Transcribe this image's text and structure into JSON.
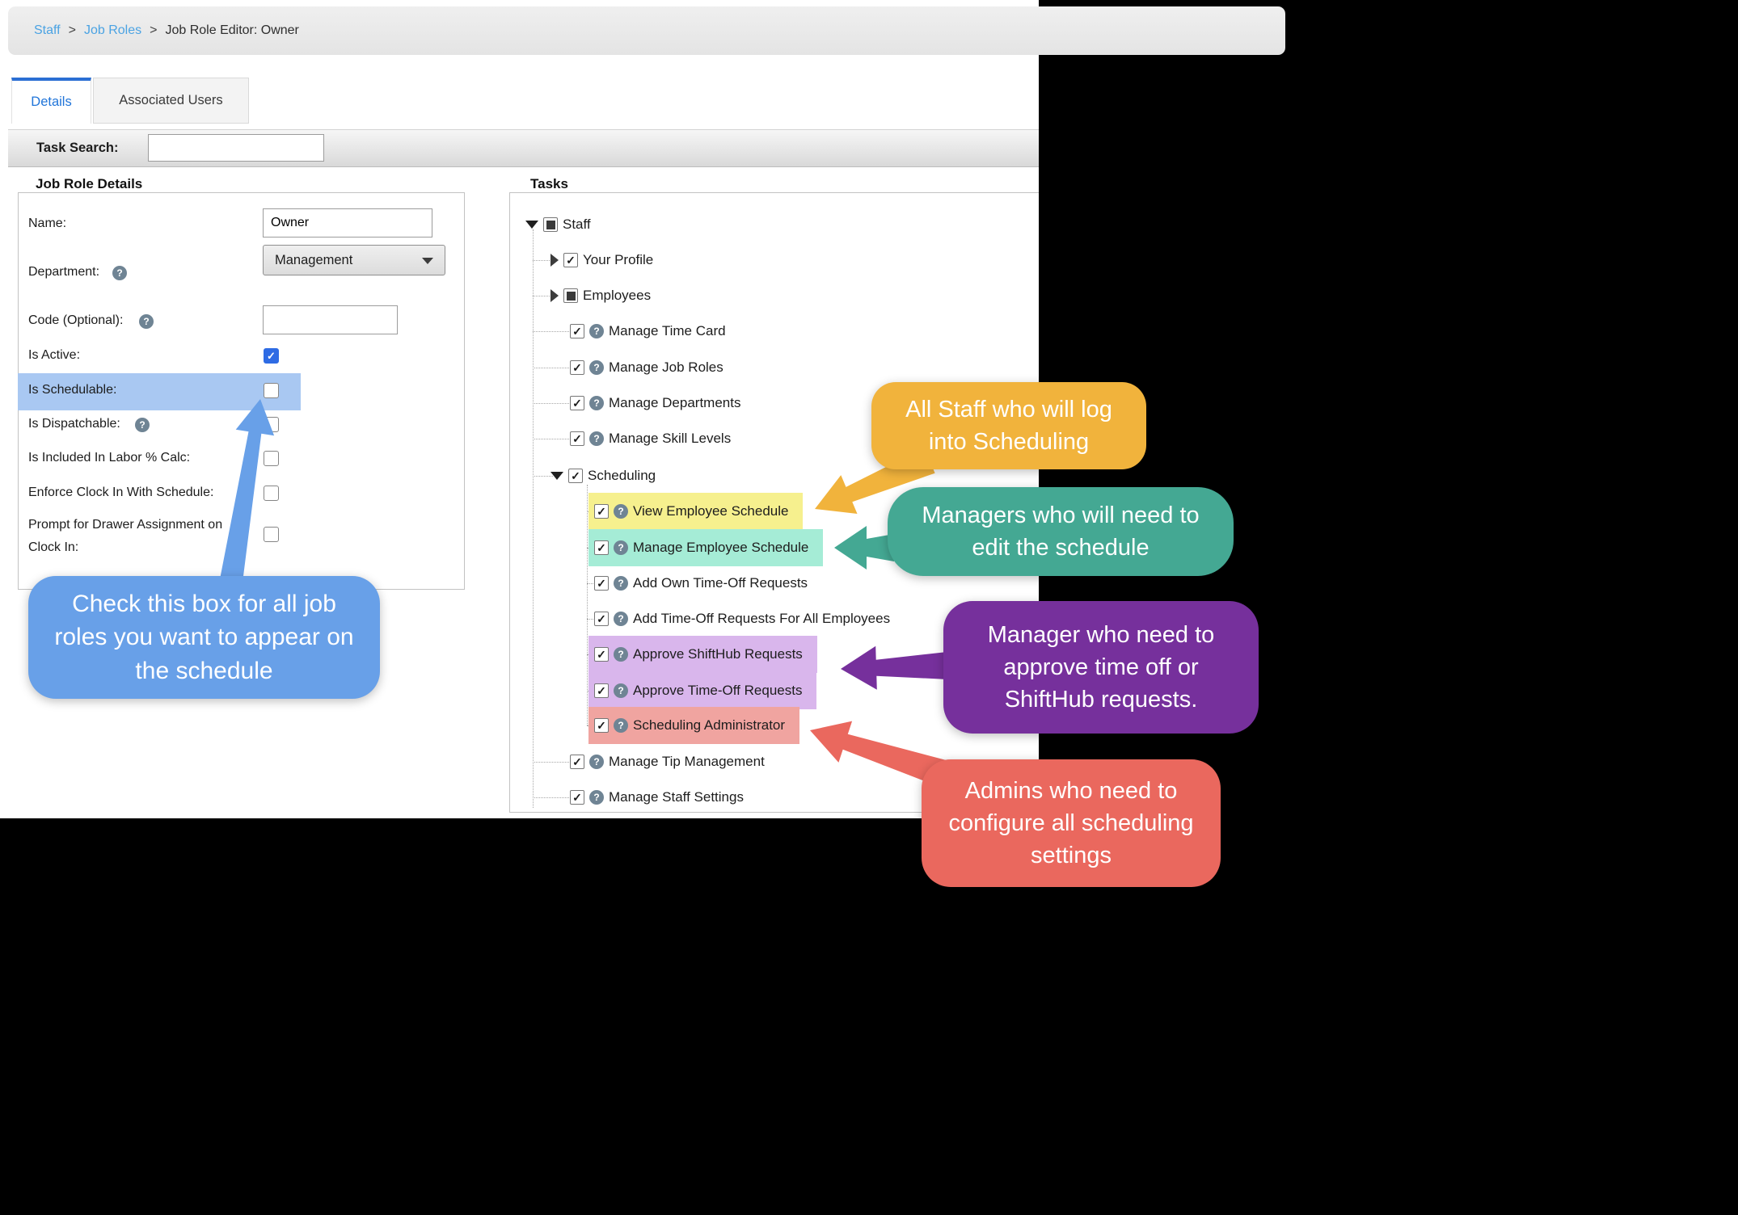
{
  "colors": {
    "callout_blue": "#68a0e8",
    "callout_yellow": "#f1b33c",
    "callout_teal": "#44a893",
    "callout_purple": "#76309c",
    "callout_red": "#ea685e",
    "highlight_blue_row": "#a9c8f2",
    "highlight_yellow": "#f6f08e",
    "highlight_mint": "#a5ecd6",
    "highlight_lavender": "#d9b6ec",
    "highlight_pink": "#f0a4a0",
    "checked_checkbox_blue": "#2e6be4",
    "tab_active_accent": "#2b6fd4",
    "link_blue": "#4ba3e3"
  },
  "icons": {
    "help": "?",
    "check": "✓"
  },
  "breadcrumb": {
    "separator": ">",
    "items": [
      {
        "label": "Staff",
        "link": true
      },
      {
        "label": "Job Roles",
        "link": true
      },
      {
        "label": "Job Role Editor: Owner",
        "link": false
      }
    ]
  },
  "tabs": [
    {
      "label": "Details",
      "active": true
    },
    {
      "label": "Associated Users",
      "active": false
    }
  ],
  "task_search": {
    "label": "Task Search:",
    "value": ""
  },
  "job_role_details": {
    "legend": "Job Role Details",
    "name": {
      "label": "Name:",
      "value": "Owner"
    },
    "department": {
      "label": "Department:",
      "help": true,
      "value": "Management"
    },
    "code": {
      "label": "Code (Optional):",
      "help": true,
      "value": ""
    },
    "checkboxes": [
      {
        "label": "Is Active:",
        "checked": true,
        "help": false,
        "highlighted": false
      },
      {
        "label": "Is Schedulable:",
        "checked": false,
        "help": false,
        "highlighted": true
      },
      {
        "label": "Is Dispatchable:",
        "checked": false,
        "help": true,
        "highlighted": false
      },
      {
        "label": "Is Included In Labor % Calc:",
        "checked": false,
        "help": false,
        "highlighted": false
      },
      {
        "label": "Enforce Clock In With Schedule:",
        "checked": false,
        "help": false,
        "highlighted": false
      },
      {
        "label": "Prompt for Drawer Assignment on Clock In:",
        "checked": false,
        "help": false,
        "highlighted": false
      }
    ]
  },
  "tasks_panel": {
    "legend": "Tasks",
    "tree": [
      {
        "label": "Staff",
        "level": 0,
        "expander": "expanded",
        "state": "partial",
        "help": false
      },
      {
        "label": "Your Profile",
        "level": 1,
        "expander": "collapsed",
        "state": "checked",
        "help": false
      },
      {
        "label": "Employees",
        "level": 1,
        "expander": "collapsed",
        "state": "partial",
        "help": false
      },
      {
        "label": "Manage Time Card",
        "level": 1,
        "state": "checked",
        "help": true
      },
      {
        "label": "Manage Job Roles",
        "level": 1,
        "state": "checked",
        "help": true
      },
      {
        "label": "Manage Departments",
        "level": 1,
        "state": "checked",
        "help": true
      },
      {
        "label": "Manage Skill Levels",
        "level": 1,
        "state": "checked",
        "help": true
      },
      {
        "label": "Scheduling",
        "level": 1,
        "expander": "expanded",
        "state": "checked",
        "help": false
      },
      {
        "label": "View Employee Schedule",
        "level": 2,
        "state": "checked",
        "help": true,
        "highlight": "highlight_yellow"
      },
      {
        "label": "Manage Employee Schedule",
        "level": 2,
        "state": "checked",
        "help": true,
        "highlight": "highlight_mint"
      },
      {
        "label": "Add Own Time-Off Requests",
        "level": 2,
        "state": "checked",
        "help": true
      },
      {
        "label": "Add Time-Off Requests For All Employees",
        "level": 2,
        "state": "checked",
        "help": true
      },
      {
        "label": "Approve ShiftHub Requests",
        "level": 2,
        "state": "checked",
        "help": true,
        "highlight": "highlight_lavender"
      },
      {
        "label": "Approve Time-Off Requests",
        "level": 2,
        "state": "checked",
        "help": true,
        "highlight": "highlight_lavender"
      },
      {
        "label": "Scheduling Administrator",
        "level": 2,
        "state": "checked",
        "help": true,
        "highlight": "highlight_pink"
      },
      {
        "label": "Manage Tip Management",
        "level": 1,
        "state": "checked",
        "help": true
      },
      {
        "label": "Manage Staff Settings",
        "level": 1,
        "state": "checked",
        "help": true
      }
    ]
  },
  "callouts": [
    {
      "id": "schedulable",
      "text": "Check this box for all job roles you want to appear on the schedule",
      "color": "#68a0e8"
    },
    {
      "id": "view-schedule",
      "text": "All Staff who will log into Scheduling",
      "color": "#f1b33c"
    },
    {
      "id": "manage-schedule",
      "text": "Managers who will need to edit the schedule",
      "color": "#44a893"
    },
    {
      "id": "approve",
      "text": "Manager who need to approve time off or ShiftHub requests.",
      "color": "#76309c"
    },
    {
      "id": "admin",
      "text": "Admins who need to configure all scheduling settings",
      "color": "#ea685e"
    }
  ]
}
